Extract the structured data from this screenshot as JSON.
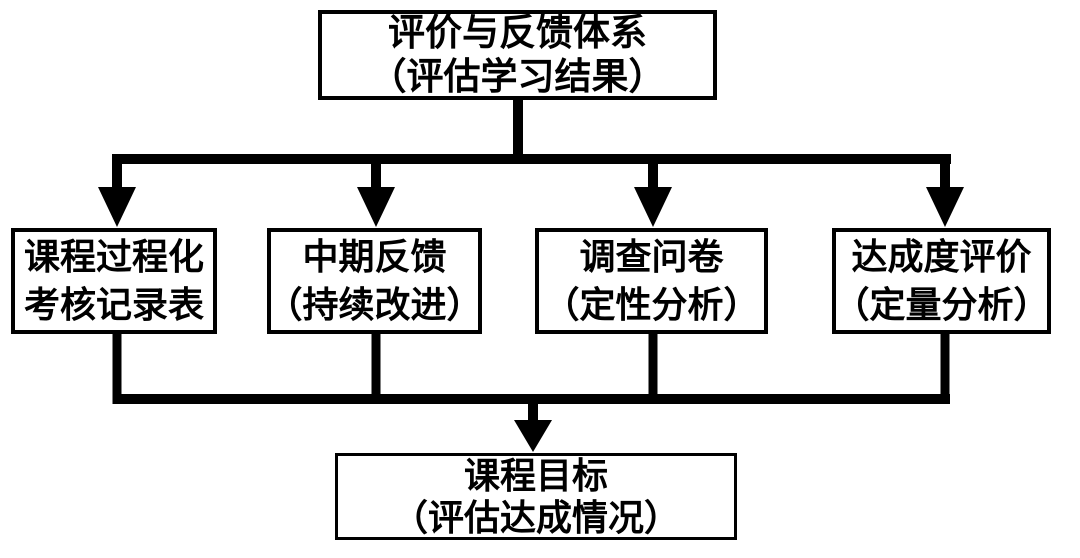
{
  "diagram": {
    "type": "flowchart",
    "nodes": {
      "top": {
        "line1": "评价与反馈体系",
        "line2": "（评估学习结果）"
      },
      "mid1": {
        "line1": "课程过程化",
        "line2": "考核记录表"
      },
      "mid2": {
        "line1": "中期反馈",
        "line2": "（持续改进）"
      },
      "mid3": {
        "line1": "调查问卷",
        "line2": "（定性分析）"
      },
      "mid4": {
        "line1": "达成度评价",
        "line2": "（定量分析）"
      },
      "bottom": {
        "line1": "课程目标",
        "line2": "（评估达成情况）"
      }
    },
    "edges": [
      {
        "from": "评价与反馈体系（评估学习结果）",
        "to": "课程过程化考核记录表"
      },
      {
        "from": "评价与反馈体系（评估学习结果）",
        "to": "中期反馈（持续改进）"
      },
      {
        "from": "评价与反馈体系（评估学习结果）",
        "to": "调查问卷（定性分析）"
      },
      {
        "from": "评价与反馈体系（评估学习结果）",
        "to": "达成度评价（定量分析）"
      },
      {
        "from": "课程过程化考核记录表",
        "to": "课程目标（评估达成情况）"
      },
      {
        "from": "中期反馈（持续改进）",
        "to": "课程目标（评估达成情况）"
      },
      {
        "from": "调查问卷（定性分析）",
        "to": "课程目标（评估达成情况）"
      },
      {
        "from": "达成度评价（定量分析）",
        "to": "课程目标（评估达成情况）"
      }
    ],
    "colors": {
      "background": "#ffffff",
      "line": "#000000",
      "box_border": "#000000",
      "text": "#000000"
    }
  }
}
